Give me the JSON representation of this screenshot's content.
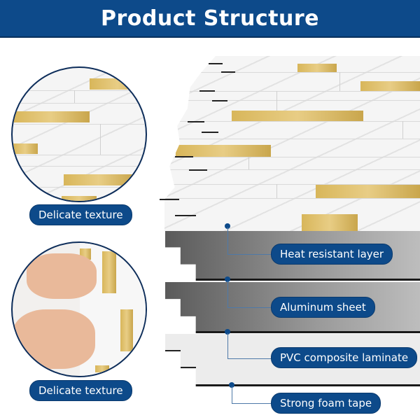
{
  "header": {
    "title": "Product Structure",
    "background": "#0d4a8a"
  },
  "left_panels": [
    {
      "caption": "Delicate texture",
      "image": "marble-gold-tile-closeup"
    },
    {
      "caption": "Delicate texture",
      "image": "hands-peeling-tile"
    }
  ],
  "layers": [
    {
      "label": "Heat resistant layer"
    },
    {
      "label": "Aluminum sheet"
    },
    {
      "label": "PVC composite laminate"
    },
    {
      "label": "Strong foam tape"
    }
  ],
  "colors": {
    "accent": "#0d4a8a",
    "gold": "#d8b65a",
    "marble": "#f5f5f5",
    "dark_layer": "#7a7a7a"
  }
}
